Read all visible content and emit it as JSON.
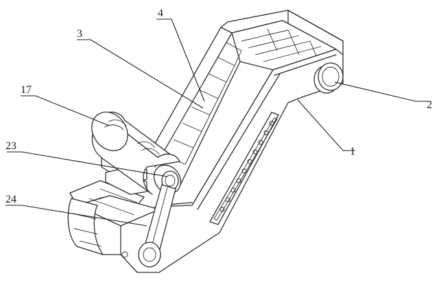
{
  "labels": {
    "l1": "1",
    "l2": "2",
    "l3": "3",
    "l4": "4",
    "l17": "17",
    "l23": "23",
    "l24": "24"
  }
}
